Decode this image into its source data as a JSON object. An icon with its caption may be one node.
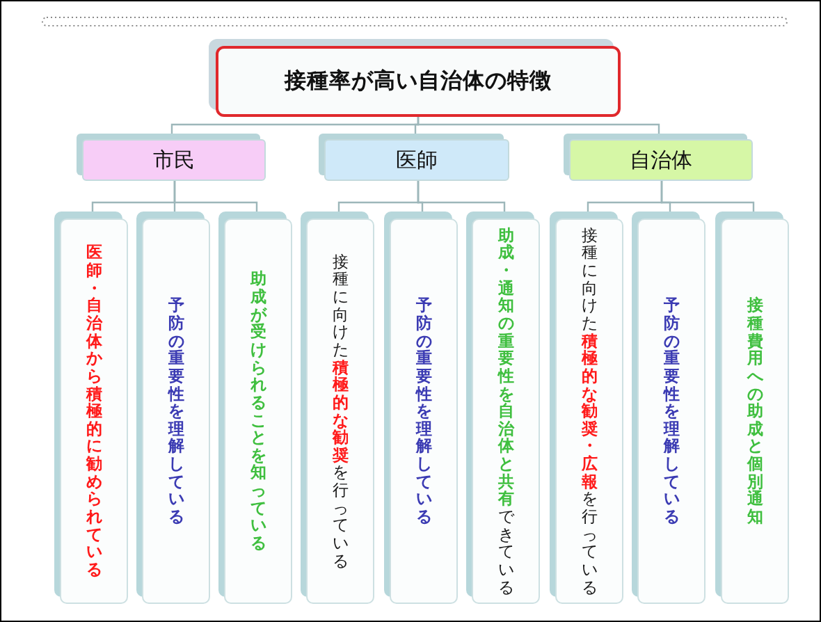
{
  "diagram": {
    "nodes": [
      {
        "text": [
          "接種率が高い自治体の特徴"
        ]
      },
      {
        "text": [
          "市民"
        ]
      },
      {
        "text": [
          "医師"
        ]
      },
      {
        "text": [
          "自治体"
        ]
      },
      {
        "text": [
          "医師・自治体から積極的に勧められている"
        ]
      },
      {
        "text": [
          "予防の重要性を理解している"
        ]
      },
      {
        "text": [
          "助成が受けられることを知っている"
        ]
      },
      {
        "text": [
          "接種に向けた**積極的な勧奨**を行っている"
        ]
      },
      {
        "text": [
          "予防の重要性を理解している"
        ]
      },
      {
        "text": [
          "**助成・通知の重要性を自治体と共有**できている"
        ]
      },
      {
        "text": [
          "接種に向けた**積極的な勧奨・広報**を行っている"
        ]
      },
      {
        "text": [
          "予防の重要性を理解している"
        ]
      },
      {
        "text": [
          "接種費用への助成と個別通知"
        ]
      }
    ],
    "edges": [
      {
        "from": 0,
        "to": 1,
        "arrow": "none"
      },
      {
        "from": 0,
        "to": 2,
        "arrow": "none"
      },
      {
        "from": 0,
        "to": 3,
        "arrow": "none"
      },
      {
        "from": 1,
        "to": 4,
        "arrow": "none"
      },
      {
        "from": 1,
        "to": 5,
        "arrow": "none"
      },
      {
        "from": 1,
        "to": 6,
        "arrow": "none"
      },
      {
        "from": 2,
        "to": 7,
        "arrow": "none"
      },
      {
        "from": 2,
        "to": 8,
        "arrow": "none"
      },
      {
        "from": 2,
        "to": 9,
        "arrow": "none"
      },
      {
        "from": 3,
        "to": 10,
        "arrow": "none"
      },
      {
        "from": 3,
        "to": 11,
        "arrow": "none"
      },
      {
        "from": 3,
        "to": 12,
        "arrow": "none"
      }
    ]
  }
}
